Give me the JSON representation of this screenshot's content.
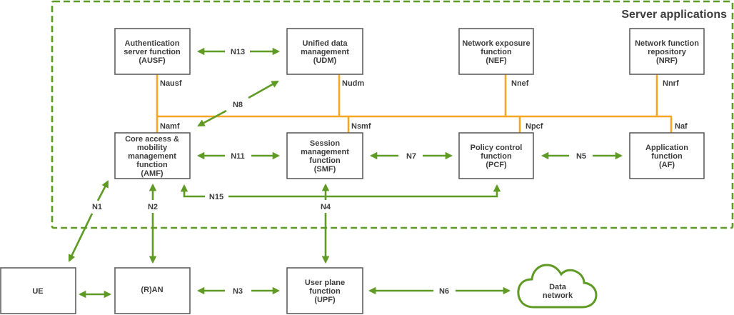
{
  "frame": {
    "title": "Server applications"
  },
  "colors": {
    "link": "#5e9a24",
    "bus": "#f5a623",
    "box_border": "#5f5f5f",
    "text": "#3d3d3d"
  },
  "nodes": {
    "ausf": {
      "lines": [
        "Authentication",
        "server function",
        "(AUSF)"
      ]
    },
    "udm": {
      "lines": [
        "Unified data",
        "management",
        "(UDM)"
      ]
    },
    "nef": {
      "lines": [
        "Network exposure",
        "function",
        "(NEF)"
      ]
    },
    "nrf": {
      "lines": [
        "Network function",
        "repository",
        "(NRF)"
      ]
    },
    "amf": {
      "lines": [
        "Core access &",
        "mobility",
        "management",
        "function",
        "(AMF)"
      ]
    },
    "smf": {
      "lines": [
        "Session",
        "management",
        "function",
        "(SMF)"
      ]
    },
    "pcf": {
      "lines": [
        "Policy control",
        "function",
        "(PCF)"
      ]
    },
    "af": {
      "lines": [
        "Application",
        "function",
        "(AF)"
      ]
    },
    "ue": {
      "lines": [
        "UE"
      ]
    },
    "ran": {
      "lines": [
        "(R)AN"
      ]
    },
    "upf": {
      "lines": [
        "User plane",
        "function",
        "(UPF)"
      ]
    },
    "dn": {
      "lines": [
        "Data",
        "network"
      ]
    }
  },
  "service_interfaces": {
    "nausf": "Nausf",
    "nudm": "Nudm",
    "nnef": "Nnef",
    "nnrf": "Nnrf",
    "namf": "Namf",
    "nsmf": "Nsmf",
    "npcf": "Npcf",
    "naf": "Naf"
  },
  "reference_points": {
    "n1": "N1",
    "n2": "N2",
    "n3": "N3",
    "n4": "N4",
    "n5": "N5",
    "n6": "N6",
    "n7": "N7",
    "n8": "N8",
    "n11": "N11",
    "n13": "N13",
    "n15": "N15"
  }
}
